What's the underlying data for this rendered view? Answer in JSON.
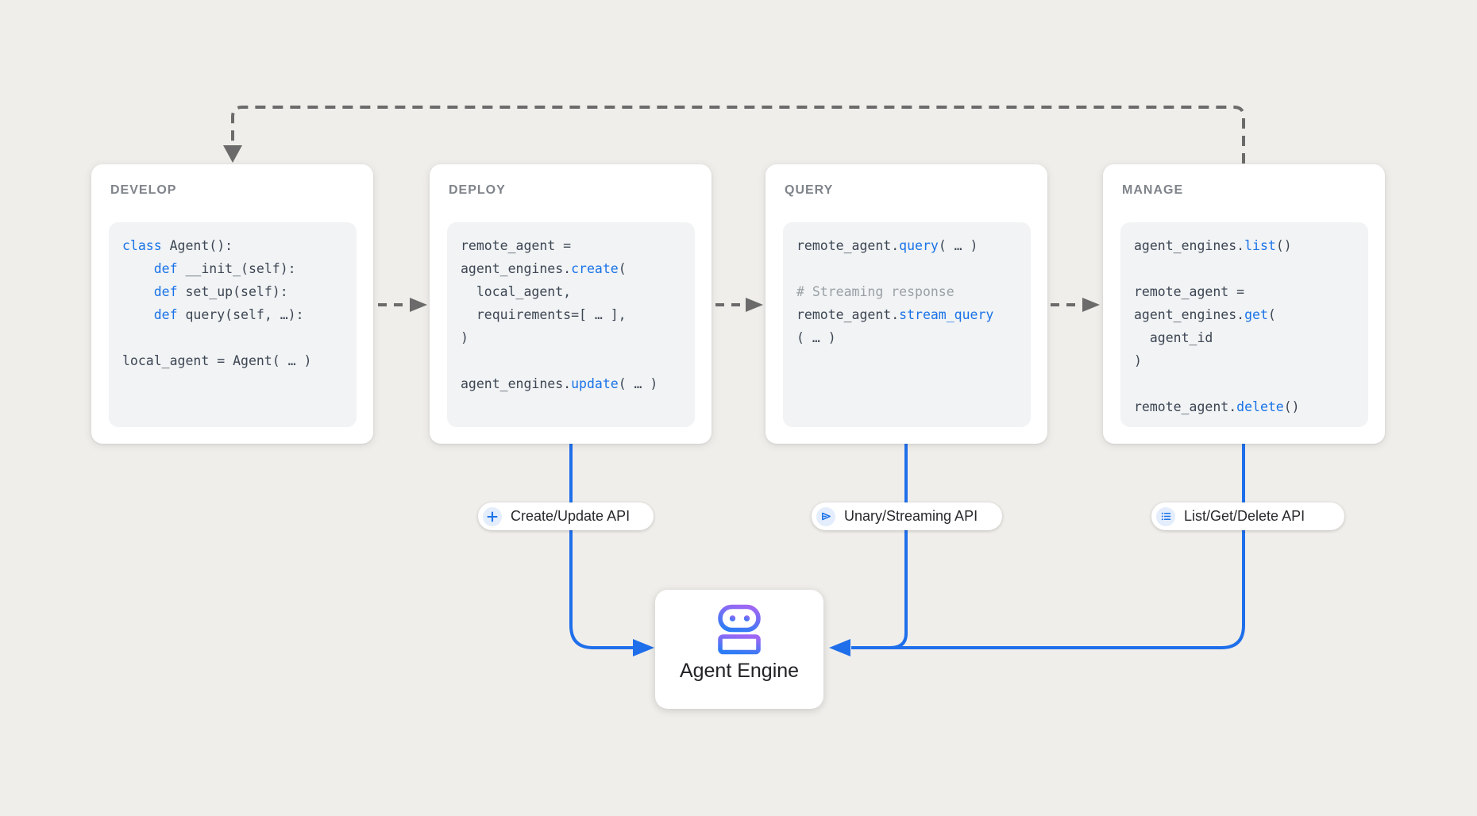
{
  "page": {
    "background": "#F0EEEA"
  },
  "palette": {
    "page_bg": "#F0EEEA",
    "accent_blue": "#1A73E8",
    "flow_blue": "#1F6FEB",
    "connector_gray": "#6B6B6B",
    "card_bg": "#FFFFFF",
    "code_bg": "#F1F3F4",
    "code_text": "#3D4654",
    "comment_gray": "#9AA0A6",
    "title_gray": "#7F848A",
    "pill_text": "#27292C",
    "engine_text": "#212225",
    "icon_circle_bg": "#E4EDFC",
    "robot_purple": "#9D67F4",
    "robot_blue": "#2E7CF5"
  },
  "cards": [
    {
      "title": "DEVELOP",
      "code": [
        [
          {
            "s": "kw",
            "t": "class"
          },
          {
            "s": "p",
            "t": " Agent():"
          }
        ],
        [
          {
            "s": "p",
            "t": "    "
          },
          {
            "s": "kw",
            "t": "def"
          },
          {
            "s": "p",
            "t": " __init_(self):"
          }
        ],
        [
          {
            "s": "p",
            "t": "    "
          },
          {
            "s": "kw",
            "t": "def"
          },
          {
            "s": "p",
            "t": " set_up(self):"
          }
        ],
        [
          {
            "s": "p",
            "t": "    "
          },
          {
            "s": "kw",
            "t": "def"
          },
          {
            "s": "p",
            "t": " query(self, …):"
          }
        ],
        [],
        [
          {
            "s": "p",
            "t": "local_agent = Agent( … )"
          }
        ]
      ]
    },
    {
      "title": "DEPLOY",
      "code": [
        [
          {
            "s": "p",
            "t": "remote_agent ="
          }
        ],
        [
          {
            "s": "p",
            "t": "agent_engines."
          },
          {
            "s": "kw",
            "t": "create"
          },
          {
            "s": "p",
            "t": "("
          }
        ],
        [
          {
            "s": "p",
            "t": "  local_agent,"
          }
        ],
        [
          {
            "s": "p",
            "t": "  requirements=[ … ],"
          }
        ],
        [
          {
            "s": "p",
            "t": ")"
          }
        ],
        [],
        [
          {
            "s": "p",
            "t": "agent_engines."
          },
          {
            "s": "kw",
            "t": "update"
          },
          {
            "s": "p",
            "t": "( … )"
          }
        ]
      ]
    },
    {
      "title": "QUERY",
      "code": [
        [
          {
            "s": "p",
            "t": "remote_agent."
          },
          {
            "s": "kw",
            "t": "query"
          },
          {
            "s": "p",
            "t": "( … )"
          }
        ],
        [],
        [
          {
            "s": "c",
            "t": "# Streaming response"
          }
        ],
        [
          {
            "s": "p",
            "t": "remote_agent."
          },
          {
            "s": "kw",
            "t": "stream_query"
          }
        ],
        [
          {
            "s": "p",
            "t": "( … )"
          }
        ]
      ]
    },
    {
      "title": "MANAGE",
      "code": [
        [
          {
            "s": "p",
            "t": "agent_engines."
          },
          {
            "s": "kw",
            "t": "list"
          },
          {
            "s": "p",
            "t": "()"
          }
        ],
        [],
        [
          {
            "s": "p",
            "t": "remote_agent ="
          }
        ],
        [
          {
            "s": "p",
            "t": "agent_engines."
          },
          {
            "s": "kw",
            "t": "get"
          },
          {
            "s": "p",
            "t": "("
          }
        ],
        [
          {
            "s": "p",
            "t": "  agent_id"
          }
        ],
        [
          {
            "s": "p",
            "t": ")"
          }
        ],
        [],
        [
          {
            "s": "p",
            "t": "remote_agent."
          },
          {
            "s": "kw",
            "t": "delete"
          },
          {
            "s": "p",
            "t": "()"
          }
        ]
      ]
    }
  ],
  "pills": [
    {
      "label": "Create/Update API",
      "icon": "plus-icon"
    },
    {
      "label": "Unary/Streaming API",
      "icon": "send-icon"
    },
    {
      "label": "List/Get/Delete API",
      "icon": "list-icon"
    }
  ],
  "engine": {
    "label": "Agent Engine",
    "icon": "robot-icon"
  }
}
